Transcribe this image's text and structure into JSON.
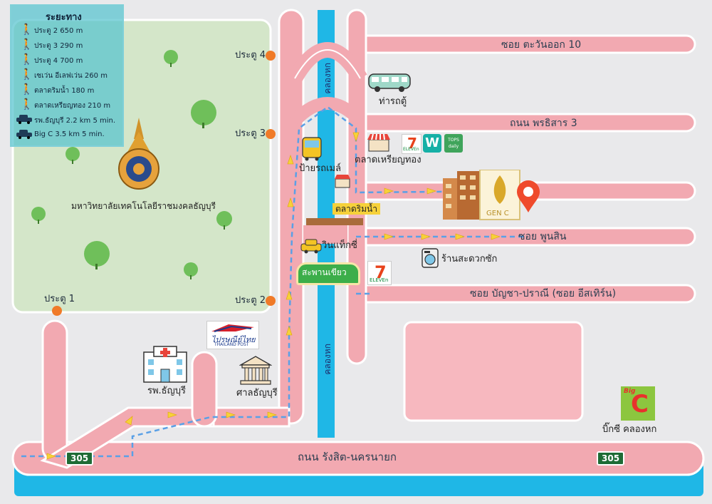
{
  "legend": {
    "title": "ระยะทาง",
    "items": [
      {
        "icon": "walk-icon",
        "text": "ประตู 2 650 m"
      },
      {
        "icon": "walk-icon",
        "text": "ประตู 3 290 m"
      },
      {
        "icon": "walk-icon",
        "text": "ประตู 4 700 m"
      },
      {
        "icon": "walk-icon",
        "text": "เซเว่น อีเลฟเว่น 260 m"
      },
      {
        "icon": "walk-icon",
        "text": "ตลาดริมน้ำ 180 m"
      },
      {
        "icon": "walk-icon",
        "text": "ตลาดเหรียญทอง 210 m"
      },
      {
        "icon": "car-icon",
        "text": "รพ.ธัญบุรี 2.2 km  5 min."
      },
      {
        "icon": "car-icon",
        "text": "Big C 3.5 km  5 min."
      }
    ]
  },
  "roads": {
    "soi_tawan_ok": "ซอย ตะวันออก 10",
    "phruksa": "ถนน พรธิสาร 3",
    "soi_phunsin": "ซอย พูนสิน",
    "soi_bancha": "ซอย บัญชา-ปราณี (ซอย อีสเทิร์น)",
    "rangsit": "ถนน รังสิต-นครนายก",
    "route_no": "305",
    "canal": "คลองหก"
  },
  "gates": {
    "g1": "ประตู 1",
    "g2": "ประตู 2",
    "g3": "ประตู 3",
    "g4": "ประตู 4"
  },
  "places": {
    "university": "มหาวิทยาลัยเทคโนโลยีราชมงคลธัญบุรี",
    "van_station": "ท่ารถตู้",
    "bus_stop": "ป้ายรถเมล์",
    "gold_market": "ตลาดเหรียญทอง",
    "floating_market": "ตลาดริมน้ำ",
    "taxi": "วินแท็กซี่",
    "green_bridge": "สะพานเขียว",
    "laundry": "ร้านสะดวกซัก",
    "hospital": "รพ.ธัญบุรี",
    "court": "ศาลธัญบุรี",
    "post_logo": "ไปรษณีย์ไทย",
    "post_logo_en": "THAILAND POST",
    "bigc_label": "บิ๊กซี คลองหก",
    "bigc_logo_big": "Big",
    "bigc_logo_c": "C",
    "genc": "GEN C",
    "seven_eleven_text": "ELEVEn",
    "watsons_letter": "W",
    "tops_text": "TOPS daily"
  },
  "colors": {
    "road": "#f2a9b1",
    "canal": "#1fb7e6",
    "campus": "#d4e6c9",
    "gate_marker": "#f07a28",
    "arrow": "#f6d13a",
    "route_badge": "#1e6b35"
  }
}
